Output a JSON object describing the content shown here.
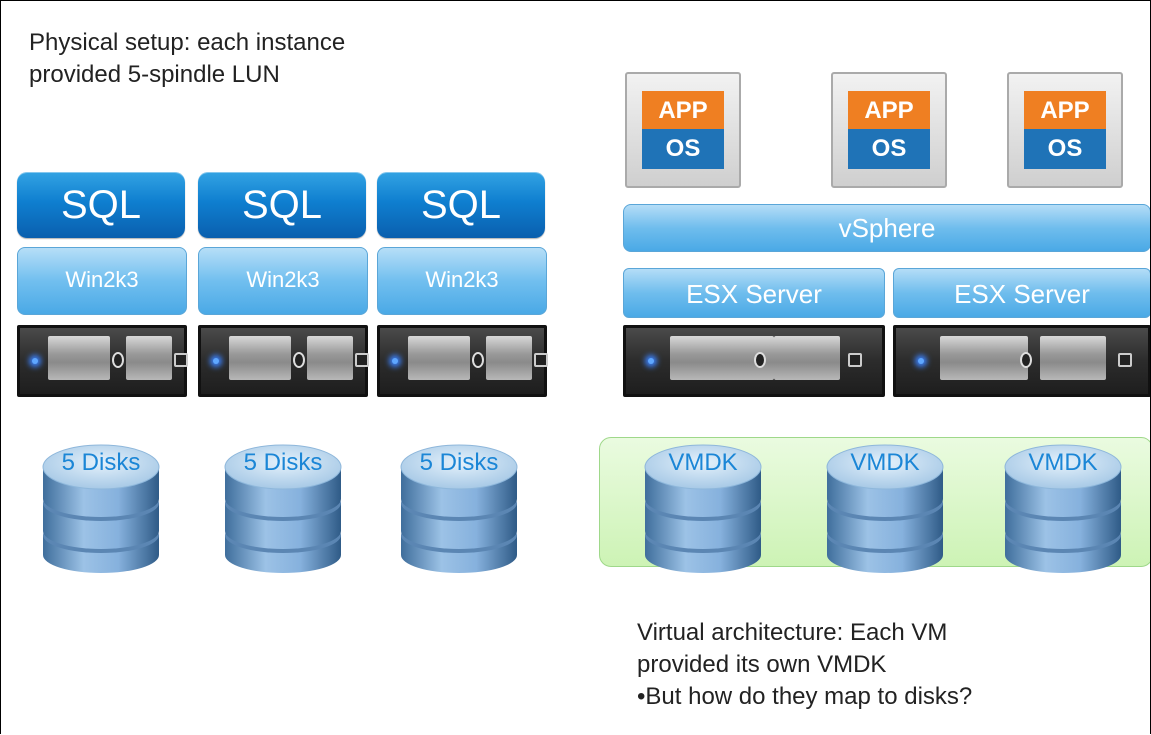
{
  "physical": {
    "caption_line1": "Physical setup: each instance",
    "caption_line2": "provided 5-spindle LUN",
    "instances": [
      {
        "app": "SQL",
        "os": "Win2k3",
        "storage": "5 Disks"
      },
      {
        "app": "SQL",
        "os": "Win2k3",
        "storage": "5 Disks"
      },
      {
        "app": "SQL",
        "os": "Win2k3",
        "storage": "5 Disks"
      }
    ]
  },
  "virtual": {
    "vms": [
      {
        "app": "APP",
        "os": "OS"
      },
      {
        "app": "APP",
        "os": "OS"
      },
      {
        "app": "APP",
        "os": "OS"
      }
    ],
    "hypervisor": "vSphere",
    "hosts": [
      "ESX Server",
      "ESX Server"
    ],
    "disks": [
      "VMDK",
      "VMDK",
      "VMDK"
    ],
    "caption_line1": "Virtual architecture: Each VM",
    "caption_line2": "provided its own VMDK",
    "caption_line3": "•But how do they map to disks?"
  },
  "colors": {
    "sql_blue": "#0f7fd0",
    "light_blue": "#6fbded",
    "app_orange": "#ef7f22",
    "os_blue": "#1f73b7",
    "datastore_green": "#cdf3b5",
    "disk_label_blue": "#1b86d6"
  },
  "icons": [
    "server-icon",
    "disk-stack-icon"
  ]
}
